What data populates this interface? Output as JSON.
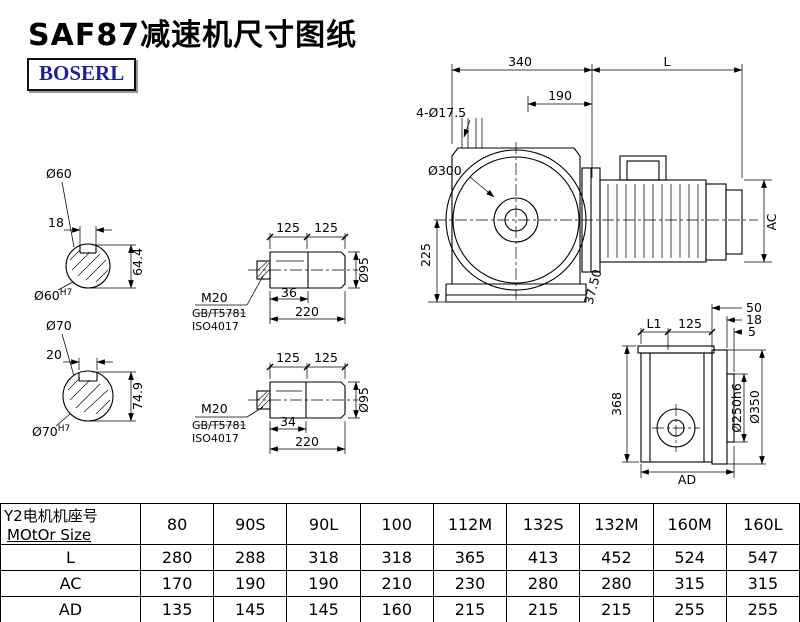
{
  "page": {
    "title": "SAF87减速机尺寸图纸",
    "brand": "BOSERL"
  },
  "shaft_end_top": {
    "diameter": "Ø60",
    "key_width": "18",
    "key_height": "64.4",
    "fit_base": "Ø60",
    "fit_tol": "H7"
  },
  "shaft_end_bottom": {
    "diameter": "Ø70",
    "key_width": "20",
    "key_height": "74.9",
    "fit_base": "Ø70",
    "fit_tol": "H7"
  },
  "shaft_side_top": {
    "seg_a": "125",
    "seg_b": "125",
    "key_len": "36",
    "total_len": "220",
    "diameter": "Ø95",
    "bolt": "M20",
    "std_gb": "GB/T5781",
    "std_iso": "ISO4017"
  },
  "shaft_side_bottom": {
    "seg_a": "125",
    "seg_b": "125",
    "key_len": "34",
    "total_len": "220",
    "diameter": "Ø95",
    "bolt": "M20",
    "std_gb": "GB/T5781",
    "std_iso": "ISO4017"
  },
  "front_view": {
    "width_340": "340",
    "motor_len": "L",
    "dim_190": "190",
    "holes": "4-Ø17.5",
    "flange_dia": "Ø300",
    "center_height": "225",
    "angle": "37.50",
    "motor_height": "AC"
  },
  "side_view": {
    "dim_l1": "L1",
    "dim_125": "125",
    "dim_50": "50",
    "dim_18": "18",
    "dim_5": "5",
    "height_368": "368",
    "spigot_dia": "Ø250h6",
    "flange_dia": "Ø350",
    "dim_ad": "AD"
  },
  "table": {
    "header_cn": "Y2电机机座号",
    "header_en": "MOtOr Size",
    "columns": [
      "80",
      "90S",
      "90L",
      "100",
      "112M",
      "132S",
      "132M",
      "160M",
      "160L"
    ],
    "rows": [
      {
        "label": "L",
        "values": [
          "280",
          "288",
          "318",
          "318",
          "365",
          "413",
          "452",
          "524",
          "547"
        ]
      },
      {
        "label": "AC",
        "values": [
          "170",
          "190",
          "190",
          "210",
          "230",
          "280",
          "280",
          "315",
          "315"
        ]
      },
      {
        "label": "AD",
        "values": [
          "135",
          "145",
          "145",
          "160",
          "215",
          "215",
          "215",
          "255",
          "255"
        ]
      }
    ]
  }
}
